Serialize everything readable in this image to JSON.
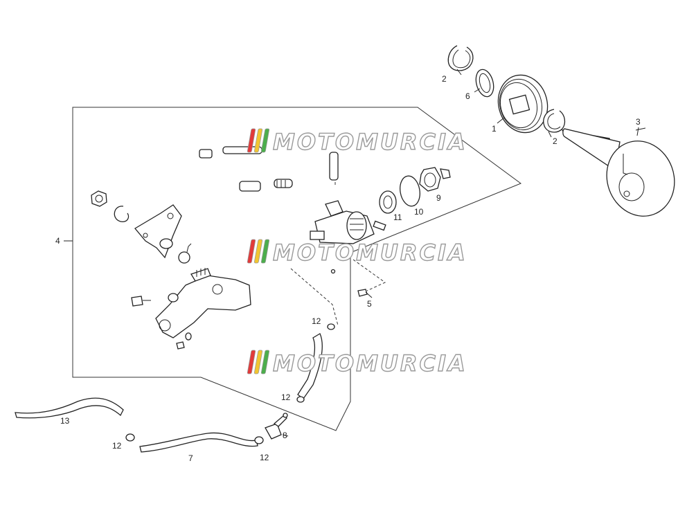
{
  "watermarks": [
    {
      "text": "MOTOMURCIA"
    },
    {
      "text": "MOTOMURCIA"
    },
    {
      "text": "MOTOMURCIA"
    }
  ],
  "watermark_colors": {
    "red": "#e23a3a",
    "yellow": "#f2c531",
    "green": "#4cae4c",
    "outline": "#9a9a9a"
  },
  "callouts": [
    {
      "id": "p1",
      "text": "1"
    },
    {
      "id": "p2a",
      "text": "2"
    },
    {
      "id": "p2b",
      "text": "2"
    },
    {
      "id": "p3",
      "text": "3"
    },
    {
      "id": "p4",
      "text": "4"
    },
    {
      "id": "p5",
      "text": "5"
    },
    {
      "id": "p6",
      "text": "6"
    },
    {
      "id": "p7",
      "text": "7"
    },
    {
      "id": "p8",
      "text": "8"
    },
    {
      "id": "p9",
      "text": "9"
    },
    {
      "id": "p10",
      "text": "10"
    },
    {
      "id": "p11",
      "text": "11"
    },
    {
      "id": "p12a",
      "text": "12"
    },
    {
      "id": "p12b",
      "text": "12"
    },
    {
      "id": "p12c",
      "text": "12"
    },
    {
      "id": "p12d",
      "text": "12"
    },
    {
      "id": "p13",
      "text": "13"
    }
  ]
}
